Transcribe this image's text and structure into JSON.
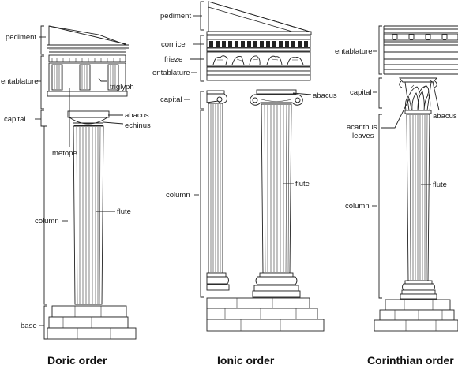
{
  "colors": {
    "ink": "#222222",
    "background": "#ffffff"
  },
  "doric": {
    "title": "Doric order",
    "labels": {
      "pediment": "pediment",
      "entablature": "entablature",
      "triglyph": "triglyph",
      "capital": "capital",
      "abacus": "abacus",
      "echinus": "echinus",
      "metope": "metope",
      "column": "column",
      "flute": "flute",
      "base": "base"
    }
  },
  "ionic": {
    "title": "Ionic order",
    "labels": {
      "pediment": "pediment",
      "cornice": "cornice",
      "frieze": "frieze",
      "entablature": "entablature",
      "capital": "capital",
      "abacus": "abacus",
      "column": "column",
      "flute": "flute"
    }
  },
  "corinthian": {
    "title": "Corinthian order",
    "labels": {
      "entablature": "entablature",
      "capital": "capital",
      "abacus": "abacus",
      "acanthus_line1": "acanthus",
      "acanthus_line2": "leaves",
      "column": "column",
      "flute": "flute"
    }
  }
}
